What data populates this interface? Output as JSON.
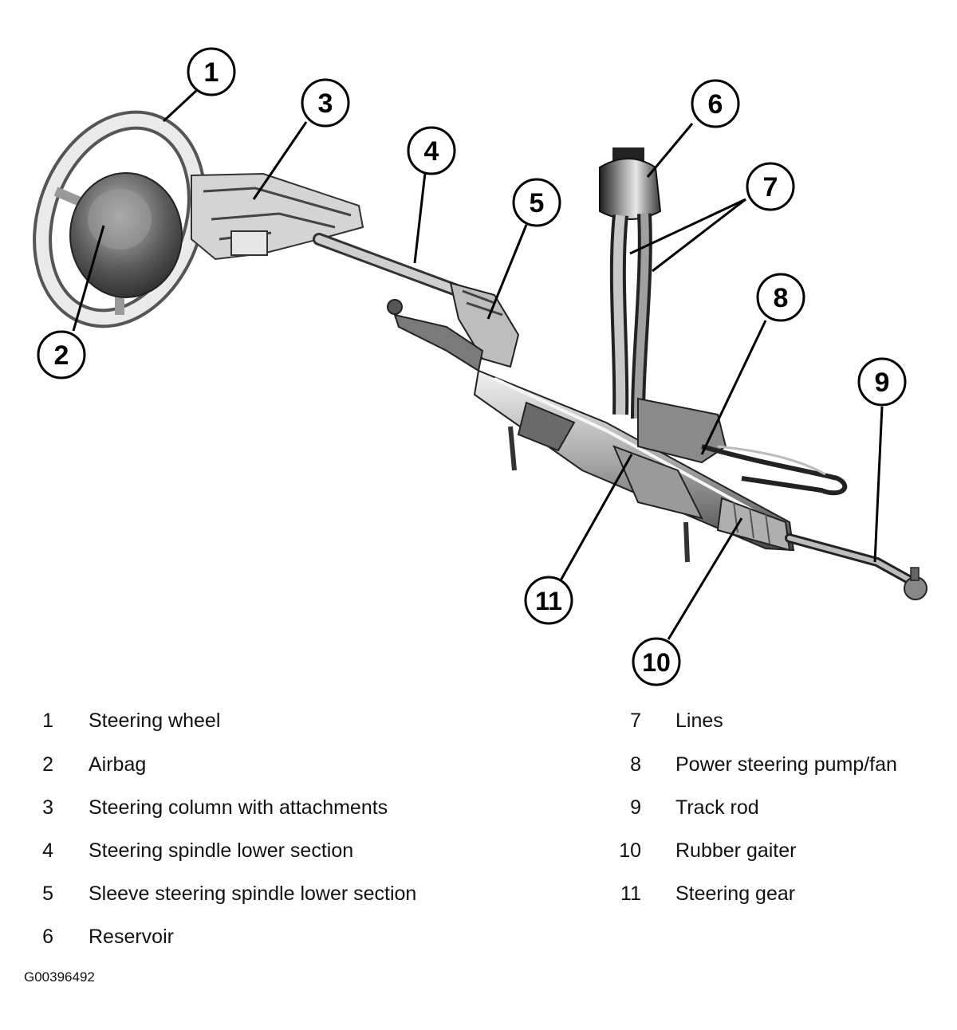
{
  "callouts": [
    {
      "number": "1"
    },
    {
      "number": "2"
    },
    {
      "number": "3"
    },
    {
      "number": "4"
    },
    {
      "number": "5"
    },
    {
      "number": "6"
    },
    {
      "number": "7"
    },
    {
      "number": "8"
    },
    {
      "number": "9"
    },
    {
      "number": "10"
    },
    {
      "number": "11"
    }
  ],
  "legend": {
    "left": [
      {
        "number": "1",
        "label": "Steering wheel"
      },
      {
        "number": "2",
        "label": "Airbag"
      },
      {
        "number": "3",
        "label": "Steering column with attachments"
      },
      {
        "number": "4",
        "label": "Steering spindle lower section"
      },
      {
        "number": "5",
        "label": "Sleeve steering spindle lower section"
      },
      {
        "number": "6",
        "label": "Reservoir"
      }
    ],
    "right": [
      {
        "number": "7",
        "label": "Lines"
      },
      {
        "number": "8",
        "label": "Power steering pump/fan"
      },
      {
        "number": "9",
        "label": "Track rod"
      },
      {
        "number": "10",
        "label": "Rubber gaiter"
      },
      {
        "number": "11",
        "label": "Steering gear"
      }
    ]
  },
  "figure_id": "G00396492"
}
